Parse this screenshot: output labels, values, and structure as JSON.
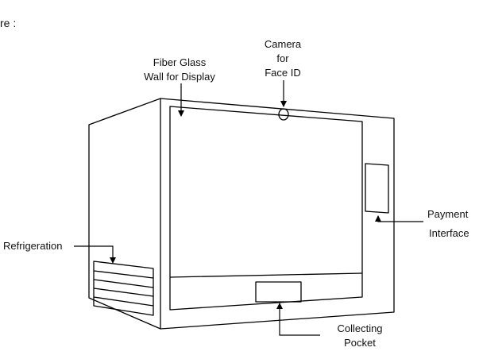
{
  "header": {
    "fragment": "re :"
  },
  "labels": {
    "camera": [
      "Camera",
      "for",
      "Face ID"
    ],
    "fiber_glass": [
      "Fiber Glass",
      "Wall for Display"
    ],
    "refrigeration": "Refrigeration",
    "payment": [
      "Payment",
      "Interface"
    ],
    "collecting": [
      "Collecting",
      "Pocket"
    ]
  }
}
